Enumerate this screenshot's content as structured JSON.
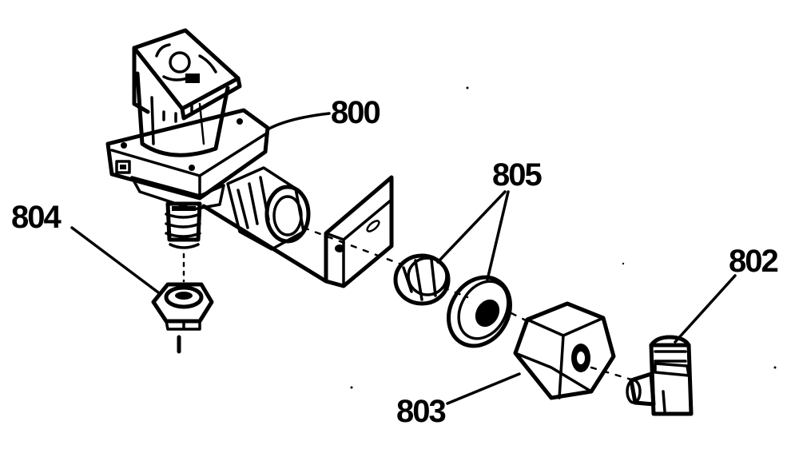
{
  "parts": {
    "valve": "800",
    "elbow_fitting": "802",
    "hex_nut_large": "803",
    "hex_nut_small": "804",
    "washer_and_screen": "805"
  }
}
